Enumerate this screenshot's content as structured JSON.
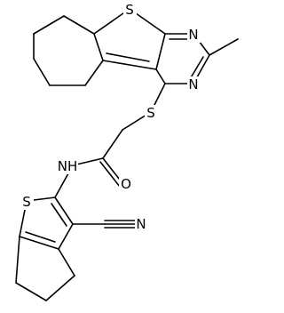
{
  "molecule": {
    "atom_labels": {
      "s_thiophene_top": "S",
      "n_pyrimidine_upper": "N",
      "n_pyrimidine_lower": "N",
      "s_thioether": "S",
      "o_carbonyl": "O",
      "nh_amide": "NH",
      "s_thiophene_bottom": "S",
      "n_nitrile": "N"
    }
  }
}
